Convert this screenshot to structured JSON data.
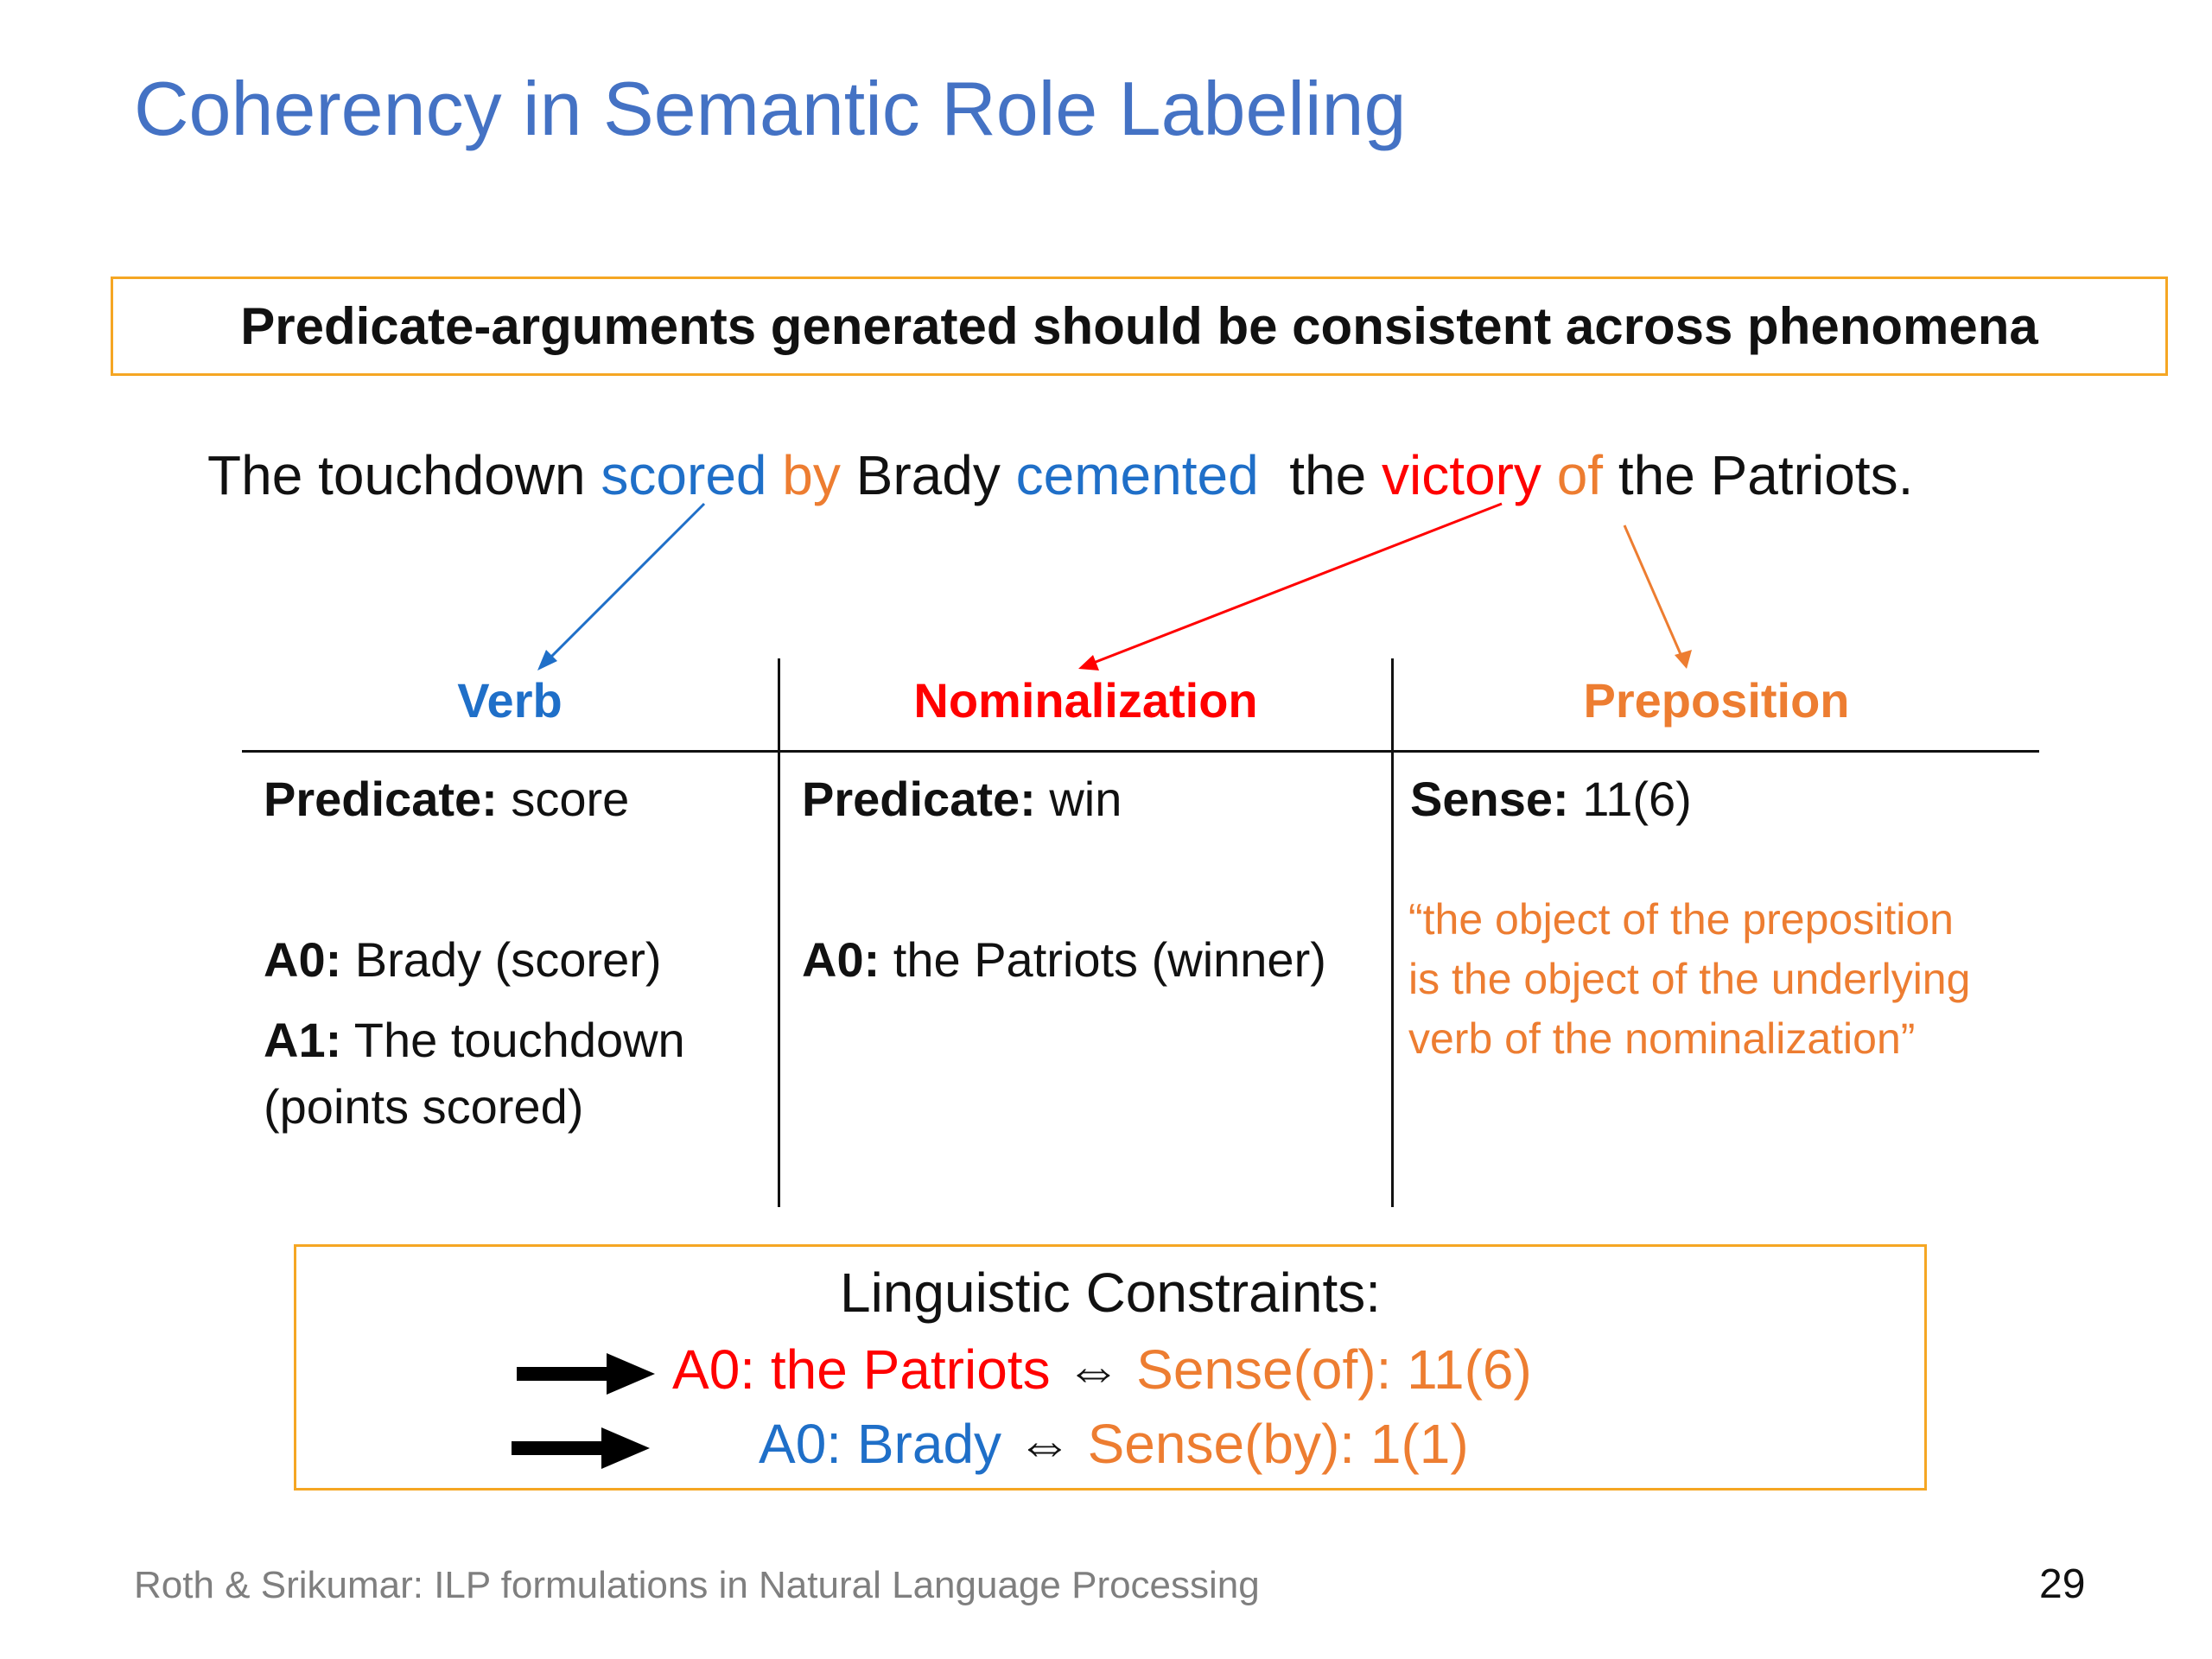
{
  "slide": {
    "title": "Coherency in Semantic Role Labeling",
    "claim": "Predicate-arguments generated should be consistent across phenomena",
    "sentence": {
      "part1": "The touchdown ",
      "scored": "scored",
      "by": " by",
      "part2": " Brady ",
      "cemented": "cemented",
      "part3": "  the ",
      "victory": "victory",
      "of": " of",
      "part4": " the Patriots."
    },
    "columns": {
      "verb": {
        "header": "Verb",
        "predicate_label": "Predicate:",
        "predicate_value": " score",
        "a0_label": "A0:",
        "a0_value": " Brady (scorer)",
        "a1_label": "A1:",
        "a1_value": " The touchdown",
        "a1_value_line2": "(points scored)"
      },
      "nominalization": {
        "header": "Nominalization",
        "predicate_label": "Predicate:",
        "predicate_value": " win",
        "a0_label": "A0:",
        "a0_value": " the Patriots (winner)"
      },
      "preposition": {
        "header": "Preposition",
        "sense_label": "Sense:",
        "sense_value": " 11(6)",
        "quote_line1": "“the object of the preposition",
        "quote_line2": "is the object of the underlying",
        "quote_line3": "verb of the nominalization”"
      }
    },
    "constraints": {
      "title": "Linguistic Constraints:",
      "line1_left": "A0: the Patriots",
      "line1_symbol": " ⇔ ",
      "line1_right": "Sense(of): 11(6)",
      "line2_left": "A0: Brady",
      "line2_symbol": " ⇔ ",
      "line2_right": "Sense(by): 1(1)"
    },
    "footer": "Roth & Srikumar: ILP formulations in Natural Language Processing",
    "page_number": "29"
  },
  "colors": {
    "title_blue": "#4472C4",
    "verb_blue": "#1F6FC8",
    "nominal_red": "#FF0000",
    "prep_orange": "#ED7D31",
    "box_border": "#F5A623",
    "footer_gray": "#7F7F7F"
  },
  "icons": [
    "arrow-right-icon",
    "arrow-right-icon"
  ]
}
